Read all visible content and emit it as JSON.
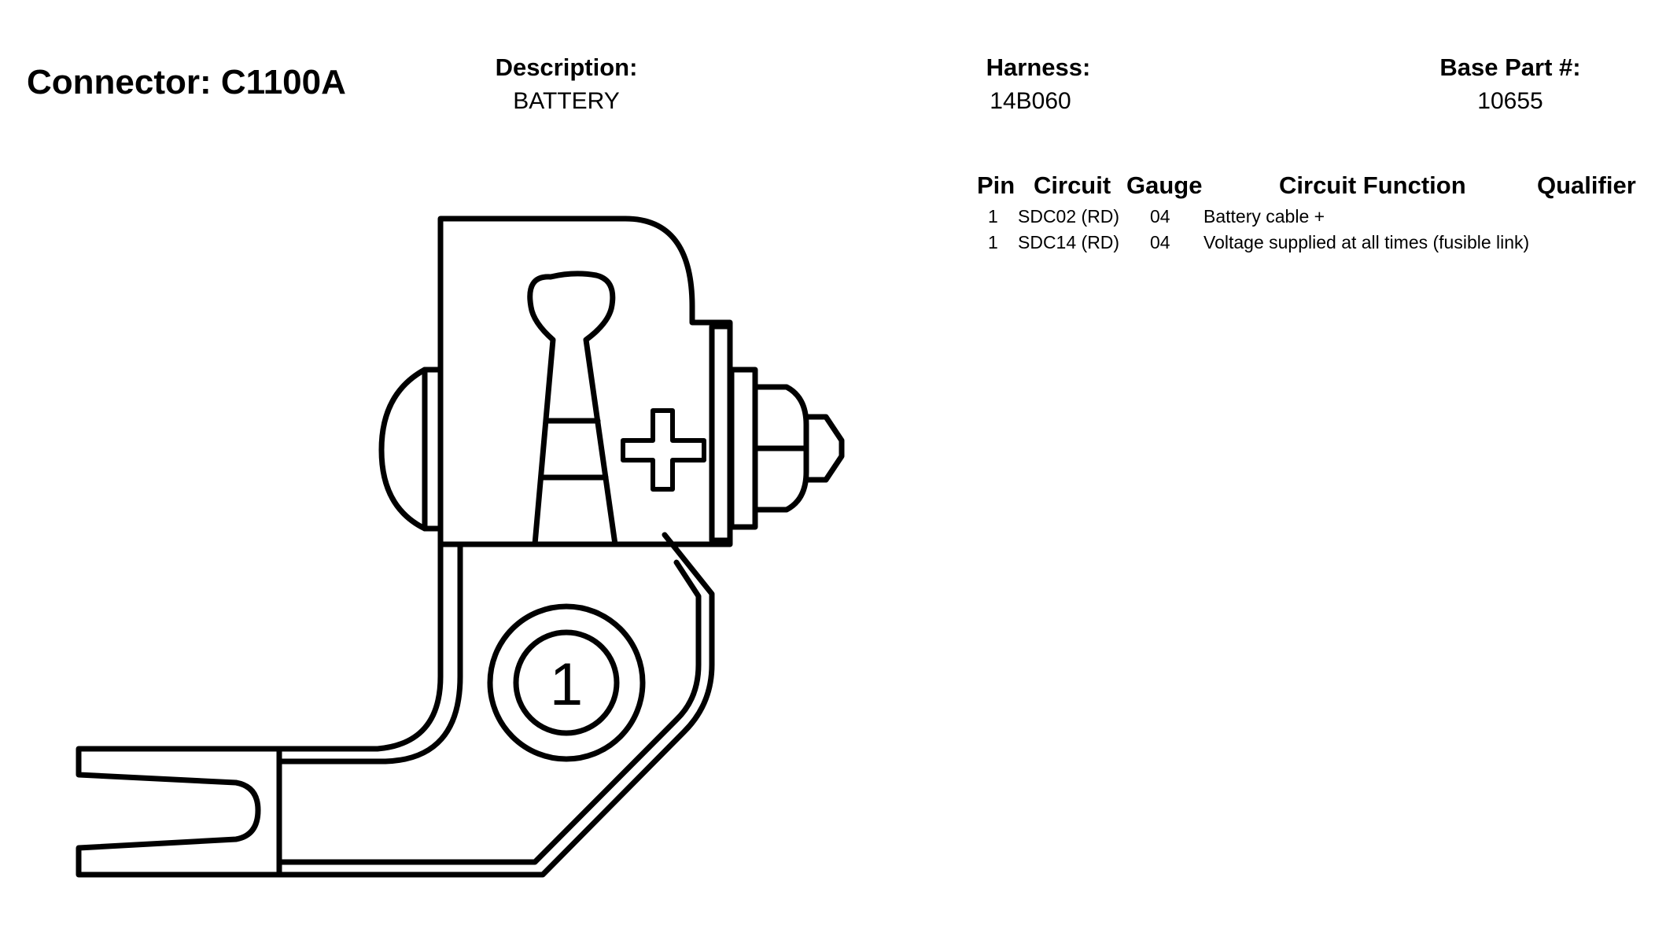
{
  "connector": {
    "title": "Connector: C1100A"
  },
  "header": {
    "description_label": "Description:",
    "description_value": "BATTERY",
    "harness_label": "Harness:",
    "harness_value": "14B060",
    "base_part_label": "Base Part #:",
    "base_part_value": "10655"
  },
  "table": {
    "columns": [
      "Pin",
      "Circuit",
      "Gauge",
      "Circuit Function",
      "Qualifier"
    ],
    "rows": [
      {
        "pin": "1",
        "circuit": "SDC02 (RD)",
        "gauge": "04",
        "function": "Battery cable +",
        "qualifier": ""
      },
      {
        "pin": "1",
        "circuit": "SDC14 (RD)",
        "gauge": "04",
        "function": "Voltage supplied at all times (fusible link)",
        "qualifier": ""
      }
    ]
  },
  "diagram": {
    "pin_label": "1",
    "polarity_symbol": "+"
  }
}
